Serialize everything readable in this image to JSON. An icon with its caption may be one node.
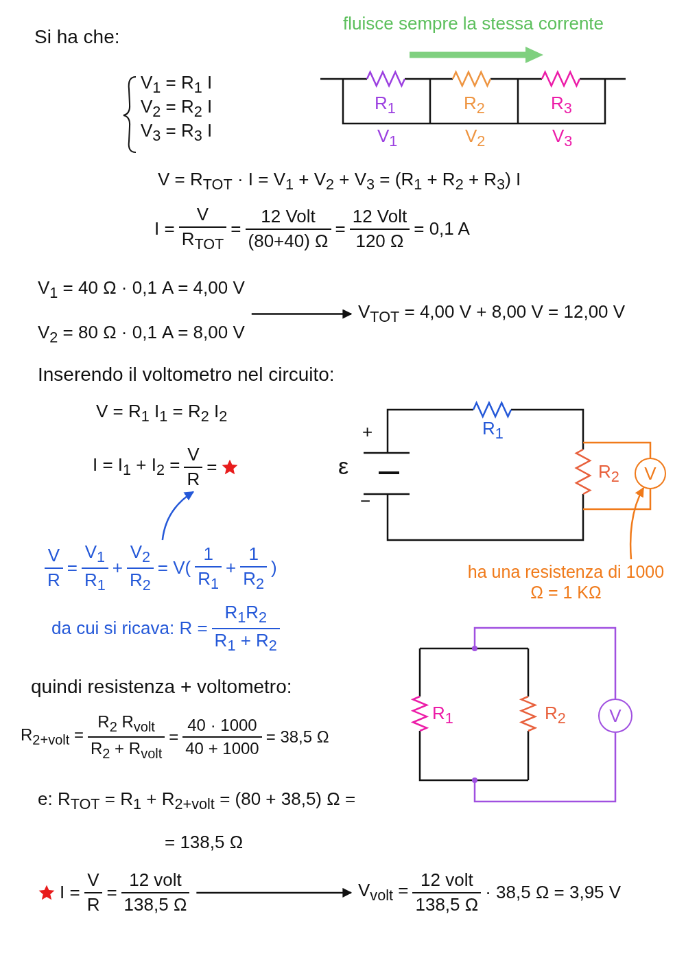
{
  "diagram": {
    "nodes": [
      {
        "text": [
          "V$_{1}$ = 40 Ω · 0,1 A = 4,00 V",
          "V$_{2}$ = 80 Ω · 0,1 A = 8,00 V"
        ]
      },
      {
        "text": [
          "V$_{TOT}$ = 4,00 V + 8,00 V = 12,00 V"
        ]
      },
      {
        "text": [
          "I = I$_{1}$ + I$_{2}$ =",
          "V",
          "R",
          "="
        ]
      },
      {
        "text": [
          "V"
        ]
      },
      {
        "text": [
          "V",
          "R",
          "=",
          "V$_{1}$",
          "R$_{1}$",
          "+",
          "V$_{2}$",
          "R$_{2}$",
          "= V(",
          "1",
          "R$_{1}$",
          "+",
          "1",
          "R$_{2}$",
          ")"
        ]
      },
      {
        "text": [
          "ha una resistenza di 1000 Ω = 1 KΩ"
        ]
      },
      {
        "text": [
          "V"
        ]
      },
      {
        "text": [
          "I =",
          "V",
          "R",
          "=",
          "12 volt",
          "138,5 Ω"
        ]
      },
      {
        "text": [
          "V$_{volt}$ =",
          "12 volt",
          "138,5 Ω",
          "· 38,5 Ω = 3,95 V"
        ]
      }
    ],
    "edges": [
      {
        "from": 0,
        "to": 1,
        "arrow": "to"
      },
      {
        "from": 4,
        "to": 2,
        "arrow": "to",
        "color": "#2458d8"
      },
      {
        "from": 5,
        "to": 3,
        "arrow": "to",
        "color": "#f07a1a"
      },
      {
        "from": 7,
        "to": 8,
        "arrow": "to"
      }
    ],
    "labels": [
      "Si ha che:",
      "fluisce sempre la stessa corrente",
      "V$_{1}$ = R$_{1}$ I",
      "V$_{2}$ = R$_{2}$ I",
      "V$_{3}$ = R$_{3}$ I",
      "R$_{1}$",
      "R$_{2}$",
      "R$_{3}$",
      "V$_{1}$",
      "V$_{2}$",
      "V$_{3}$",
      "V = R$_{TOT}$ · I = V$_{1}$ + V$_{2}$ + V$_{3}$ = (R$_{1}$ + R$_{2}$ + R$_{3}$) I",
      "I =",
      "V",
      "R$_{TOT}$",
      "=",
      "12 Volt",
      "(80+40) Ω",
      "=",
      "12 Volt",
      "120 Ω",
      "= 0,1 A",
      "Inserendo il voltometro nel circuito:",
      "V = R$_{1}$ I$_{1}$ = R$_{2}$ I$_{2}$",
      "+",
      "ε",
      "−",
      "R$_{1}$",
      "R$_{2}$",
      "da cui si ricava: R =",
      "R$_{1}$R$_{2}$",
      "R$_{1}$ + R$_{2}$",
      "quindi resistenza + voltometro:",
      "R$_{2+volt}$ =",
      "R$_{2}$ R$_{volt}$",
      "R$_{2}$ + R$_{volt}$",
      "=",
      "40 · 1000",
      "40 + 1000",
      "= 38,5 Ω",
      "R$_{1}$",
      "R$_{2}$",
      "e: R$_{TOT}$ = R$_{1}$ + R$_{2+volt}$ = (80 + 38,5) Ω =",
      "= 138,5 Ω"
    ]
  }
}
